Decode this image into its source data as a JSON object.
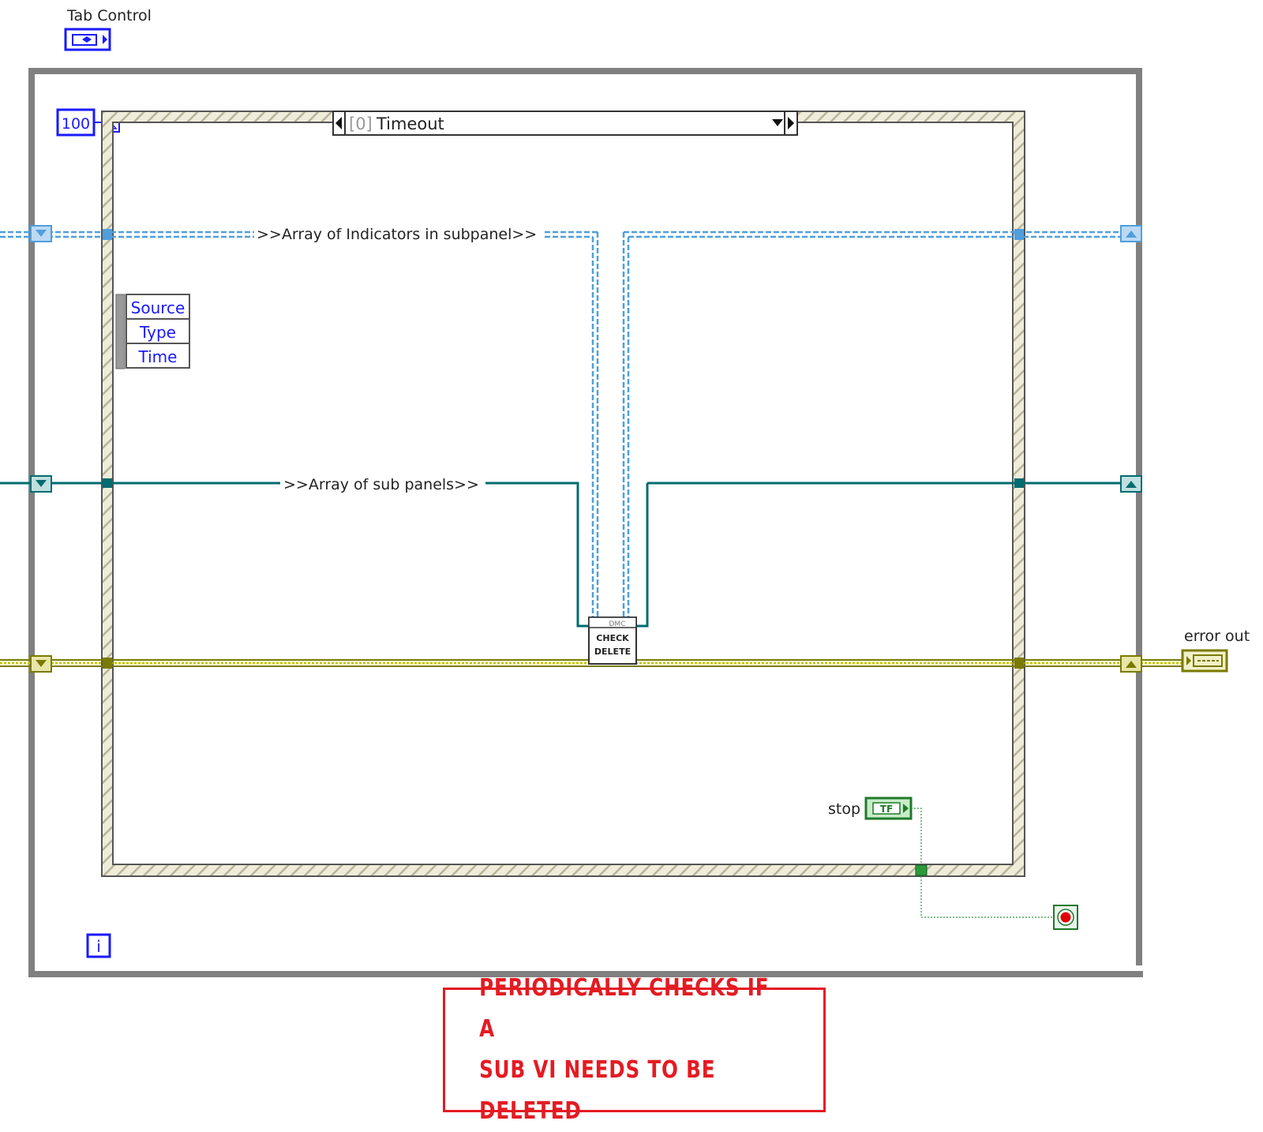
{
  "labels": {
    "tab_control": "Tab Control",
    "error_out": "error out",
    "stop": "stop"
  },
  "timeout_constant": "100",
  "case_selector": {
    "index": "[0]",
    "name": "Timeout"
  },
  "wires": {
    "indicators": ">>Array of Indicators in subpanel>>",
    "subpanels": ">>Array of sub panels>>"
  },
  "event_data_node": [
    "Source",
    "Type",
    "Time"
  ],
  "subvi": {
    "header": "DMC",
    "line1": "CHECK",
    "line2": "DELETE"
  },
  "iteration_terminal": "i",
  "stop_constant": "TF",
  "callout": {
    "line1": "PERIODICALLY CHECKS IF A",
    "line2": "SUB VI NEEDS TO BE DELETED"
  },
  "colors": {
    "loop_border": "#808080",
    "event_border": "#6e6e6e",
    "cluster_wire": "#4f9fdc",
    "refnum_wire": "#006c70",
    "error_wire": "#7a7a00",
    "boolean_wire": "#2a9b3a",
    "callout": "#e41b23"
  }
}
